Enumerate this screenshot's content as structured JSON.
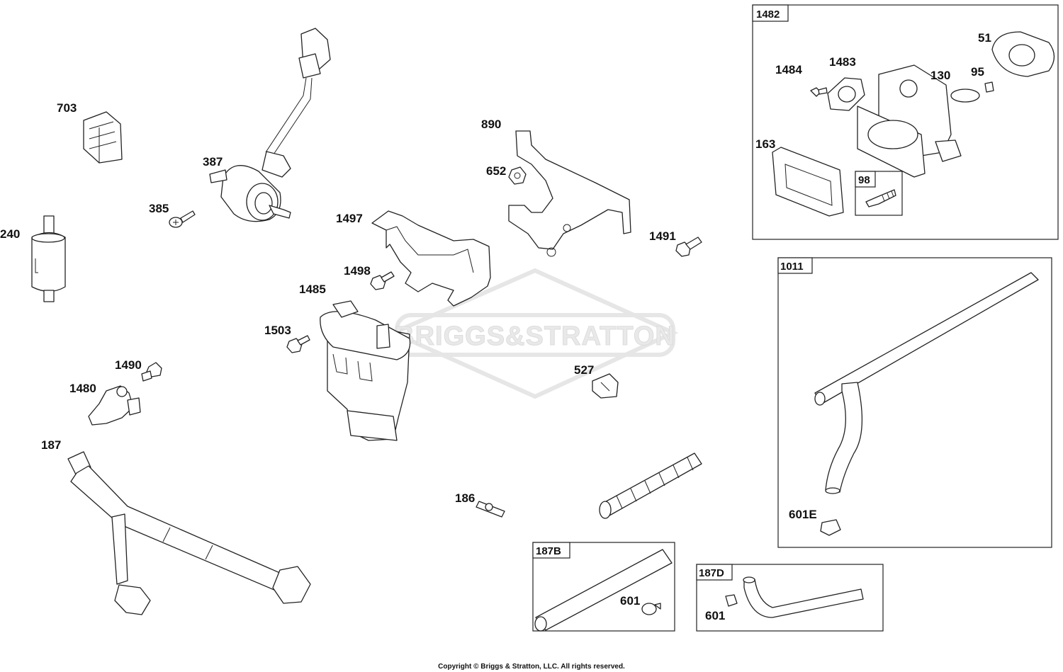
{
  "diagram": {
    "watermark": "BRIGGS&STRATTON",
    "copyright": "Copyright © Briggs & Stratton, LLC. All rights reserved.",
    "parts": {
      "p703": "703",
      "p387": "387",
      "p385": "385",
      "p240": "240",
      "p890": "890",
      "p652": "652",
      "p1497": "1497",
      "p1491": "1491",
      "p1498": "1498",
      "p1485": "1485",
      "p1503": "1503",
      "p1490": "1490",
      "p1480": "1480",
      "p187": "187",
      "p527": "527",
      "p186": "186",
      "p51": "51",
      "p1484": "1484",
      "p1483": "1483",
      "p130": "130",
      "p95": "95",
      "p163": "163",
      "p601E": "601E",
      "p601_b": "601",
      "p601_d": "601"
    },
    "kits": {
      "k1482": "1482",
      "k98": "98",
      "k1011": "1011",
      "k187B": "187B",
      "k187D": "187D"
    }
  }
}
